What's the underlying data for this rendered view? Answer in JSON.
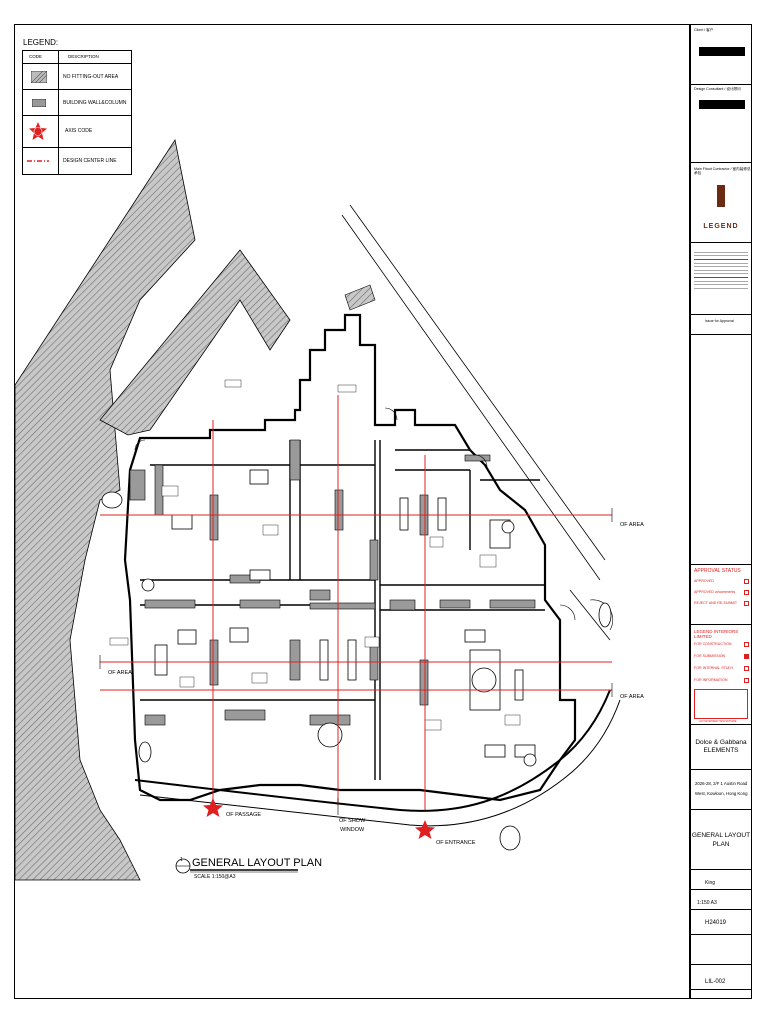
{
  "legend": {
    "title": "LEGEND:",
    "header_code": "CODE",
    "header_description": "DESCRIPTION",
    "items": [
      {
        "icon": "hatch-icon",
        "label": "NO FITTING-OUT AREA"
      },
      {
        "icon": "wall-column-icon",
        "label": "BUILDING WALL&COLUMN"
      },
      {
        "icon": "axis-code-icon",
        "label": "AXIS CODE"
      },
      {
        "icon": "center-line-icon",
        "label": "DESIGN CENTER LINE"
      }
    ]
  },
  "plan": {
    "axes": {
      "area_right_top": "OF AREA",
      "area_right_bottom": "OF AREA",
      "area_left": "OF AREA",
      "passage": "OF PASSAGE",
      "show_window_1": "OF SHOW",
      "show_window_2": "WINDOW",
      "entrance": "OF ENTRANCE"
    },
    "title": "GENERAL LAYOUT PLAN",
    "scale": "SCALE   1:150@A3",
    "title_number": "1"
  },
  "title_block": {
    "client_label": "Client / 客户",
    "design_consultant_label": "Design Consultant / 设计顾问",
    "main_contractor_label": "Main Fitout Contractor / 室内装修总承包",
    "brand": "LEGEND",
    "issue": "Issue for Approval",
    "approval_status": "APPROVAL STATUS",
    "approval_items": [
      "APPROVED",
      "APPROVED w/comments",
      "REJECT AND RE-SUBMIT"
    ],
    "legend_interiors": "LEGEND INTERIORS LIMITED",
    "legend_items": [
      "FOR CONSTRUCTION",
      "FOR SUBMISSION",
      "FOR INTERNAL STUDY",
      "FOR INFORMATION"
    ],
    "authorized": "AUTHORIZED SIGNATURE",
    "project_title_1": "Dolce & Gabbana",
    "project_title_2": "ELEMENTS",
    "address_1": "2026-28, 2/F 1 Austin Road",
    "address_2": "West, Kowloon, Hong Kong",
    "drawing_title_1": "GENERAL LAYOUT",
    "drawing_title_2": "PLAN",
    "drawn_by": "King",
    "scale": "1:150 A3",
    "job_no": "H24019",
    "drawing_no": "LIL-002"
  }
}
